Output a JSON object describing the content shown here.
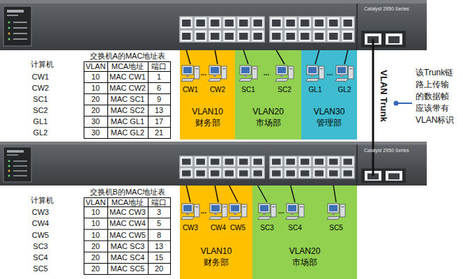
{
  "diagram": {
    "nodes": [
      {
        "text": [
          "Catalyst 2950 Series"
        ]
      },
      {
        "text": [
          "VLAN10 财务部"
        ]
      },
      {
        "text": [
          "CW1"
        ],
        "in": 1
      },
      {
        "text": [
          "CW2"
        ],
        "in": 1
      },
      {
        "text": [
          "VLAN20 市场部"
        ]
      },
      {
        "text": [
          "SC1"
        ],
        "in": 4
      },
      {
        "text": [
          "SC2"
        ],
        "in": 4
      },
      {
        "text": [
          "VLAN30 管理部"
        ]
      },
      {
        "text": [
          "GL1"
        ],
        "in": 7
      },
      {
        "text": [
          "GL2"
        ],
        "in": 7
      },
      {
        "text": [
          "Catalyst 2950 Series"
        ]
      },
      {
        "text": [
          "VLAN10 财务部"
        ]
      },
      {
        "text": [
          "CW3"
        ],
        "in": 11
      },
      {
        "text": [
          "CW4"
        ],
        "in": 11
      },
      {
        "text": [
          "CW5"
        ],
        "in": 11
      },
      {
        "text": [
          "VLAN20 市场部"
        ]
      },
      {
        "text": [
          "SC3"
        ],
        "in": 15
      },
      {
        "text": [
          "SC4"
        ],
        "in": 15
      },
      {
        "text": [
          "SC5"
        ],
        "in": 15
      }
    ],
    "edges": [
      {
        "from": 0,
        "to": 2,
        "arrow": "none"
      },
      {
        "from": 0,
        "to": 3,
        "arrow": "none"
      },
      {
        "from": 0,
        "to": 5,
        "arrow": "none"
      },
      {
        "from": 0,
        "to": 6,
        "arrow": "none"
      },
      {
        "from": 0,
        "to": 8,
        "arrow": "none"
      },
      {
        "from": 0,
        "to": 9,
        "arrow": "none"
      },
      {
        "from": 10,
        "to": 12,
        "arrow": "none"
      },
      {
        "from": 10,
        "to": 13,
        "arrow": "none"
      },
      {
        "from": 10,
        "to": 14,
        "arrow": "none"
      },
      {
        "from": 10,
        "to": 16,
        "arrow": "none"
      },
      {
        "from": 10,
        "to": 17,
        "arrow": "none"
      },
      {
        "from": 10,
        "to": 18,
        "arrow": "none"
      },
      {
        "from": 0,
        "to": 10,
        "label": "VLAN Trunk",
        "arrow": "none"
      }
    ],
    "labels": [
      "计算机",
      "交换机A的MAC地址表",
      "VLAN",
      "MCA地址",
      "端口",
      "CW1",
      "10",
      "MAC CW1",
      "1",
      "CW2",
      "10",
      "MAC CW2",
      "6",
      "SC1",
      "20",
      "MAC SC1",
      "9",
      "SC2",
      "20",
      "MAC SC2",
      "13",
      "GL1",
      "30",
      "MAC GL1",
      "17",
      "GL2",
      "30",
      "MAC GL2",
      "21",
      "计算机",
      "交换机B的MAC地址表",
      "VLAN",
      "MCA地址",
      "端口",
      "CW3",
      "10",
      "MAC CW3",
      "3",
      "CW4",
      "10",
      "MAC CW4",
      "5",
      "CW5",
      "10",
      "MAC CW5",
      "8",
      "SC3",
      "20",
      "MAC SC3",
      "13",
      "SC4",
      "20",
      "MAC SC4",
      "15",
      "SC5",
      "20",
      "MAC SC5",
      "20",
      "...",
      "...",
      "...",
      "...",
      "...",
      "该Trunk链路上传输的数据帧应该带有VLAN标识"
    ]
  }
}
